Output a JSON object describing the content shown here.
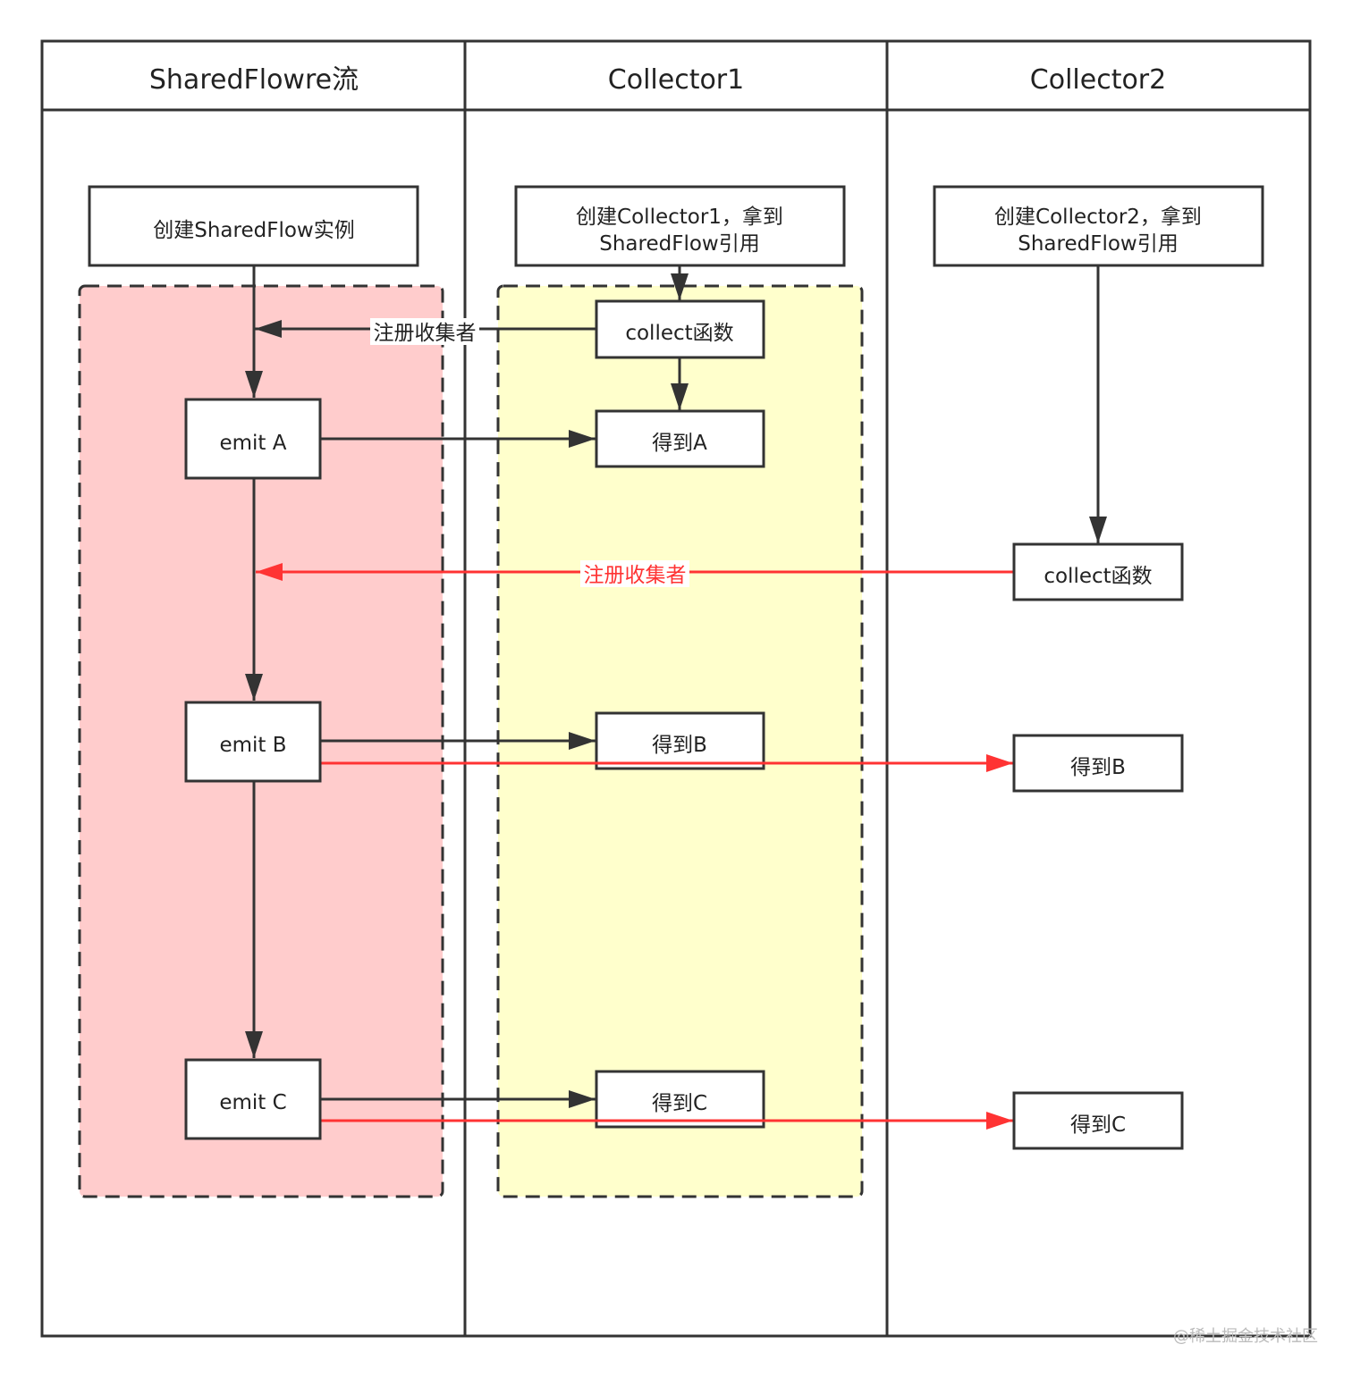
{
  "lanes": [
    {
      "title": "SharedFlowre流"
    },
    {
      "title": "Collector1"
    },
    {
      "title": "Collector2"
    }
  ],
  "boxes": {
    "create_sharedflow": "创建SharedFlow实例",
    "create_c1_line1": "创建Collector1，拿到",
    "create_c1_line2": "SharedFlow引用",
    "create_c2_line1": "创建Collector2，拿到",
    "create_c2_line2": "SharedFlow引用",
    "collect1": "collect函数",
    "collect2": "collect函数",
    "emit_a": "emit A",
    "emit_b": "emit B",
    "emit_c": "emit C",
    "c1_got_a": "得到A",
    "c1_got_b": "得到B",
    "c1_got_c": "得到C",
    "c2_got_b": "得到B",
    "c2_got_c": "得到C"
  },
  "edge_labels": {
    "register1": "注册收集者",
    "register2": "注册收集者"
  },
  "watermark": "@稀土掘金技术社区",
  "colors": {
    "stroke": "#333333",
    "red": "#ff3333",
    "pink_group": "#ffcccc",
    "yellow_group": "#ffffcc"
  }
}
